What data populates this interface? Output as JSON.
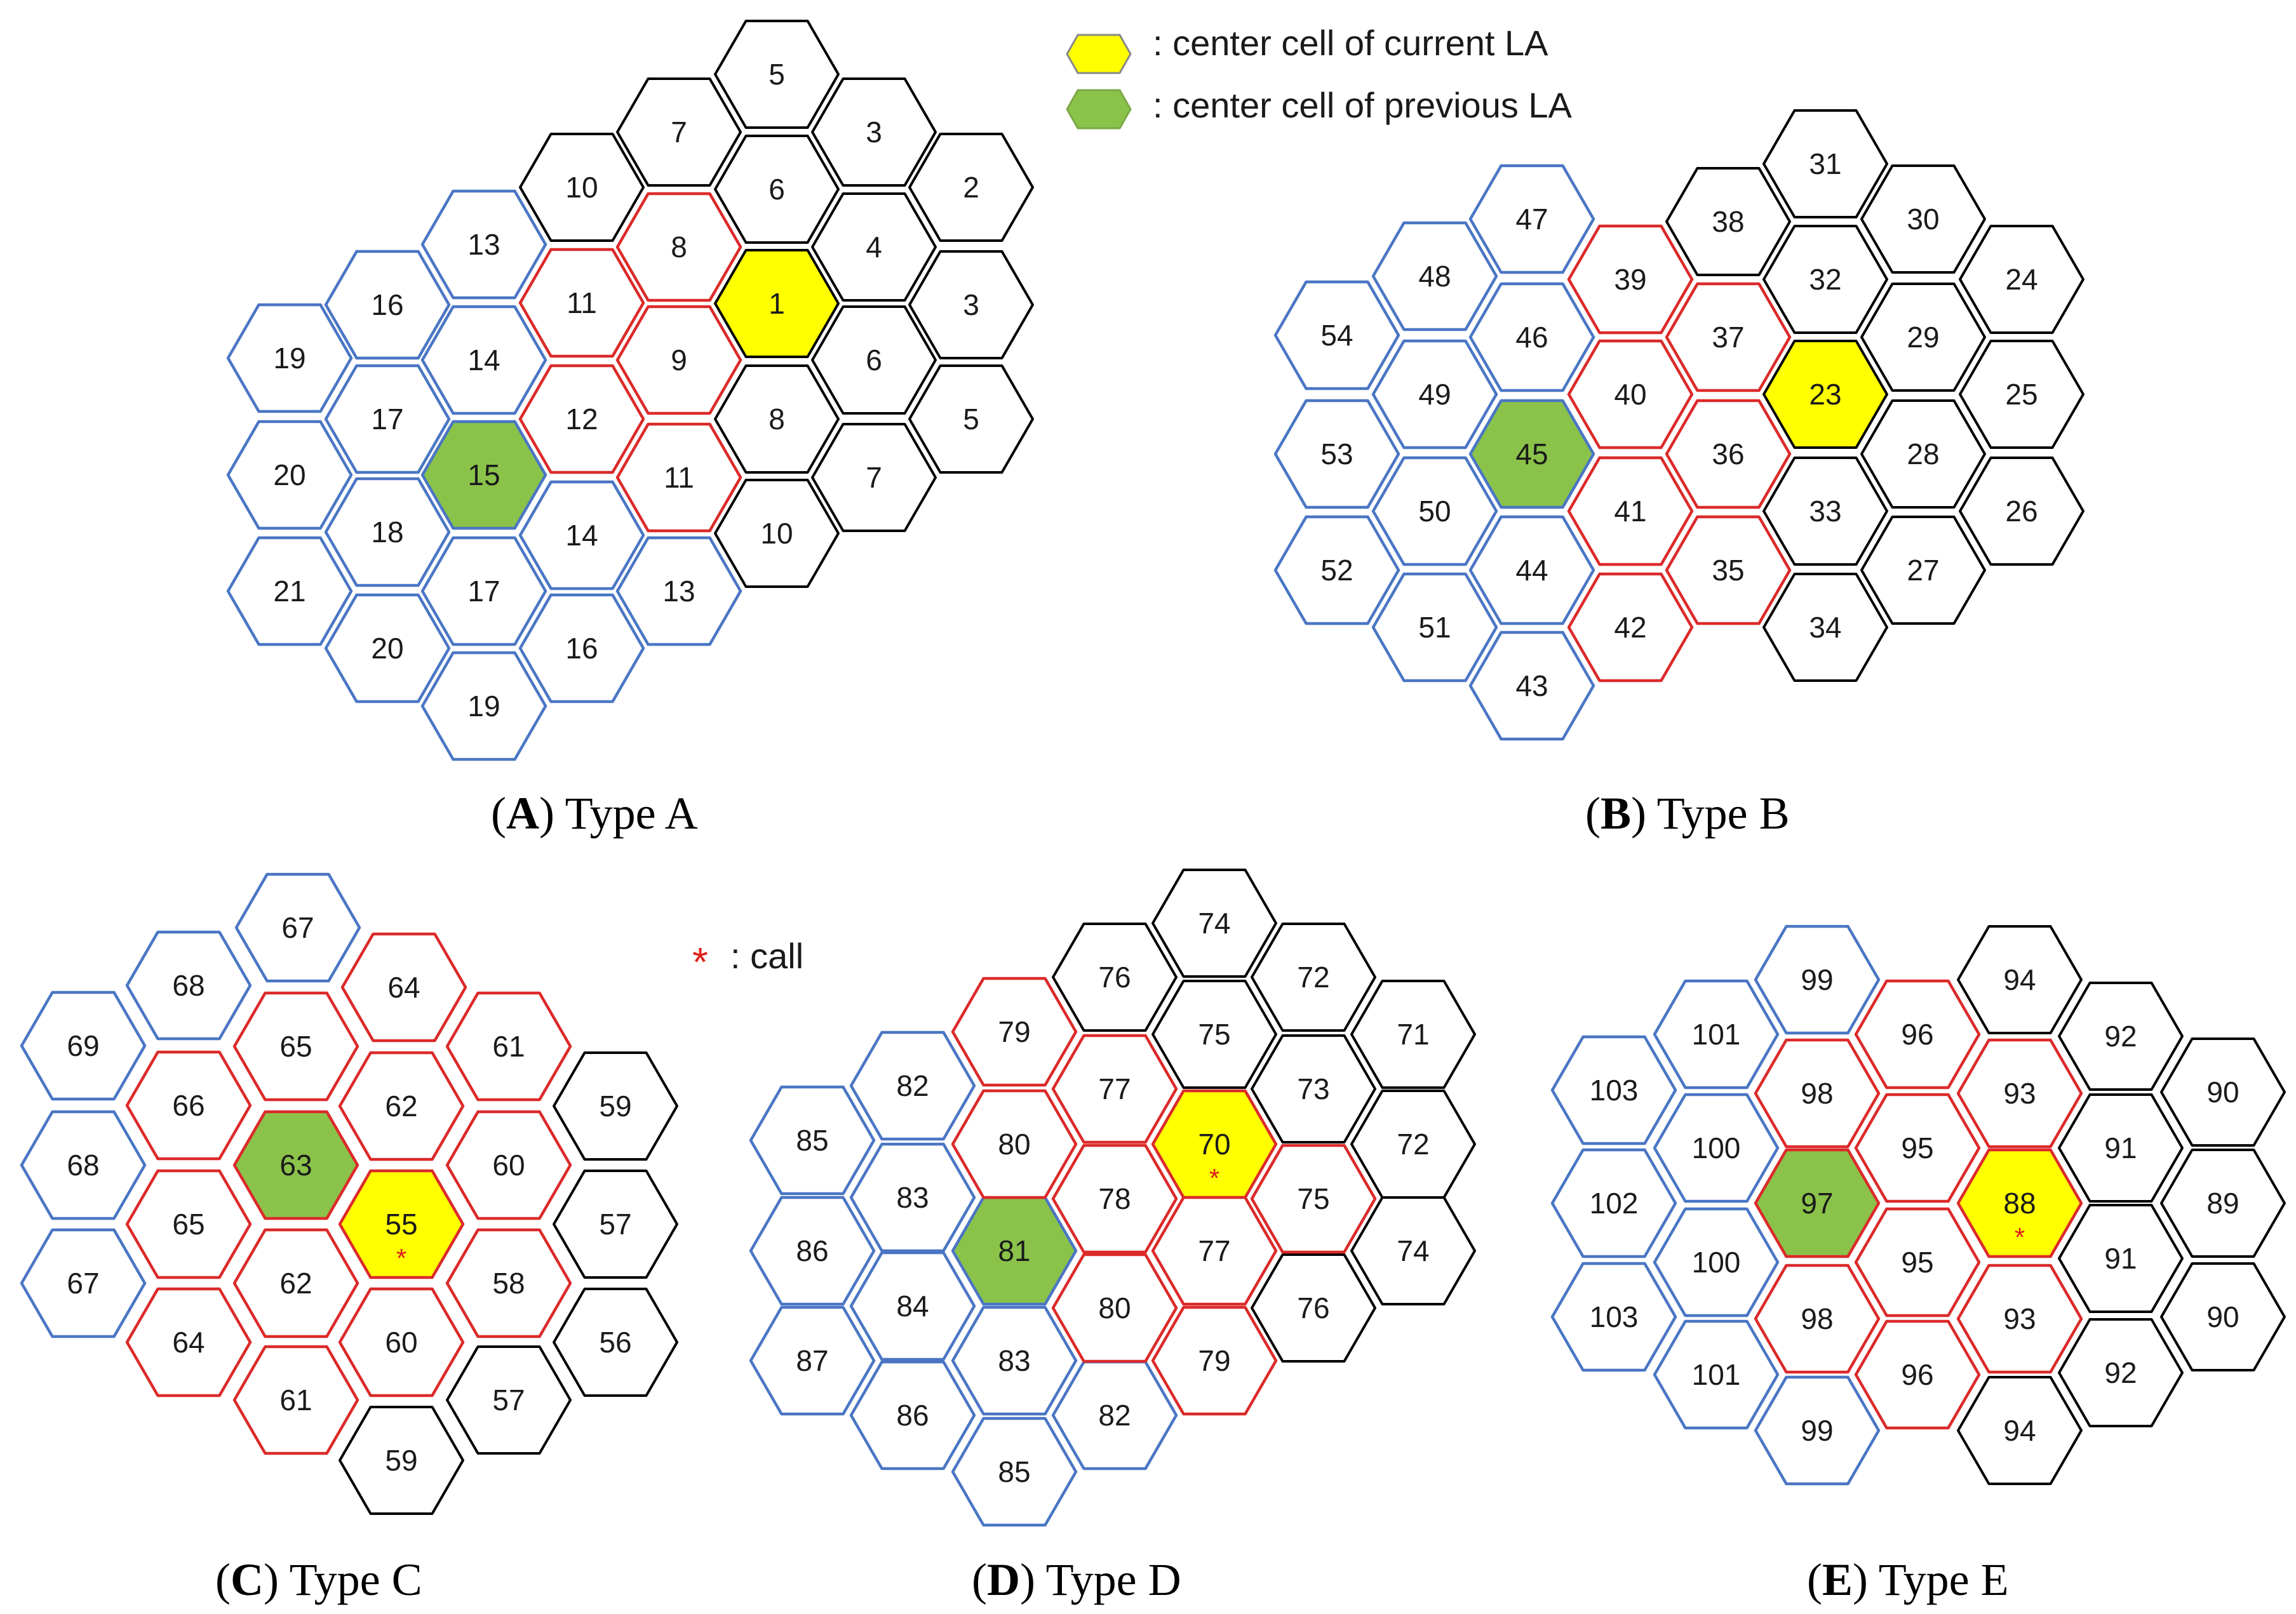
{
  "legend": {
    "current_label": ": center cell of current LA",
    "previous_label": ": center cell of previous LA",
    "call_symbol": "*",
    "call_label": ": call"
  },
  "colors": {
    "outer": "#4a76c4",
    "inner": "#dc2a2a",
    "other": "#000000",
    "current": "#ffff00",
    "previous": "#8bc34a"
  },
  "diagrams": [
    {
      "type_letter": "A",
      "type_rest": ") Type A",
      "cells": [
        {
          "l": "5",
          "c": "other"
        },
        {
          "l": "7",
          "c": "other"
        },
        {
          "l": "3",
          "c": "other"
        },
        {
          "l": "10",
          "c": "other"
        },
        {
          "l": "6",
          "c": "other"
        },
        {
          "l": "2",
          "c": "other"
        },
        {
          "l": "13",
          "c": "outer"
        },
        {
          "l": "8",
          "c": "inner"
        },
        {
          "l": "4",
          "c": "other"
        },
        {
          "l": "16",
          "c": "outer"
        },
        {
          "l": "11",
          "c": "inner"
        },
        {
          "l": "1",
          "c": "other",
          "f": "current"
        },
        {
          "l": "3",
          "c": "other"
        },
        {
          "l": "19",
          "c": "outer"
        },
        {
          "l": "14",
          "c": "outer"
        },
        {
          "l": "9",
          "c": "inner"
        },
        {
          "l": "6",
          "c": "other"
        },
        {
          "l": "17",
          "c": "outer"
        },
        {
          "l": "12",
          "c": "inner"
        },
        {
          "l": "8",
          "c": "other"
        },
        {
          "l": "5",
          "c": "other"
        },
        {
          "l": "20",
          "c": "outer"
        },
        {
          "l": "15",
          "c": "outer",
          "f": "previous"
        },
        {
          "l": "11",
          "c": "inner"
        },
        {
          "l": "7",
          "c": "other"
        },
        {
          "l": "18",
          "c": "outer"
        },
        {
          "l": "14",
          "c": "outer"
        },
        {
          "l": "10",
          "c": "other"
        },
        {
          "l": "21",
          "c": "outer"
        },
        {
          "l": "17",
          "c": "outer"
        },
        {
          "l": "13",
          "c": "outer"
        },
        {
          "l": "20",
          "c": "outer"
        },
        {
          "l": "16",
          "c": "outer"
        },
        {
          "l": "19",
          "c": "outer"
        }
      ]
    },
    {
      "type_letter": "B",
      "type_rest": ") Type B",
      "cells": [
        {
          "l": "31",
          "c": "other"
        },
        {
          "l": "47",
          "c": "outer"
        },
        {
          "l": "38",
          "c": "other"
        },
        {
          "l": "30",
          "c": "other"
        },
        {
          "l": "48",
          "c": "outer"
        },
        {
          "l": "39",
          "c": "inner"
        },
        {
          "l": "32",
          "c": "other"
        },
        {
          "l": "24",
          "c": "other"
        },
        {
          "l": "54",
          "c": "outer"
        },
        {
          "l": "46",
          "c": "outer"
        },
        {
          "l": "37",
          "c": "inner"
        },
        {
          "l": "29",
          "c": "other"
        },
        {
          "l": "49",
          "c": "outer"
        },
        {
          "l": "40",
          "c": "inner"
        },
        {
          "l": "23",
          "c": "other",
          "f": "current"
        },
        {
          "l": "25",
          "c": "other"
        },
        {
          "l": "53",
          "c": "outer"
        },
        {
          "l": "45",
          "c": "outer",
          "f": "previous"
        },
        {
          "l": "36",
          "c": "inner"
        },
        {
          "l": "28",
          "c": "other"
        },
        {
          "l": "50",
          "c": "outer"
        },
        {
          "l": "41",
          "c": "inner"
        },
        {
          "l": "33",
          "c": "other"
        },
        {
          "l": "26",
          "c": "other"
        },
        {
          "l": "52",
          "c": "outer"
        },
        {
          "l": "44",
          "c": "outer"
        },
        {
          "l": "35",
          "c": "inner"
        },
        {
          "l": "27",
          "c": "other"
        },
        {
          "l": "51",
          "c": "outer"
        },
        {
          "l": "42",
          "c": "inner"
        },
        {
          "l": "34",
          "c": "other"
        },
        {
          "l": "43",
          "c": "outer"
        }
      ]
    },
    {
      "type_letter": "C",
      "type_rest": ") Type C",
      "cells": [
        {
          "l": "67",
          "c": "outer"
        },
        {
          "l": "68",
          "c": "outer"
        },
        {
          "l": "64",
          "c": "inner"
        },
        {
          "l": "69",
          "c": "outer"
        },
        {
          "l": "65",
          "c": "inner"
        },
        {
          "l": "61",
          "c": "inner"
        },
        {
          "l": "66",
          "c": "inner"
        },
        {
          "l": "62",
          "c": "inner"
        },
        {
          "l": "59",
          "c": "other"
        },
        {
          "l": "68",
          "c": "outer"
        },
        {
          "l": "63",
          "c": "inner",
          "f": "previous"
        },
        {
          "l": "60",
          "c": "inner"
        },
        {
          "l": "65",
          "c": "inner"
        },
        {
          "l": "55",
          "c": "inner",
          "f": "current",
          "call": true
        },
        {
          "l": "57",
          "c": "other"
        },
        {
          "l": "67",
          "c": "outer"
        },
        {
          "l": "62",
          "c": "inner"
        },
        {
          "l": "58",
          "c": "inner"
        },
        {
          "l": "64",
          "c": "inner"
        },
        {
          "l": "60",
          "c": "inner"
        },
        {
          "l": "56",
          "c": "other"
        },
        {
          "l": "61",
          "c": "inner"
        },
        {
          "l": "57",
          "c": "other"
        },
        {
          "l": "59",
          "c": "other"
        }
      ]
    },
    {
      "type_letter": "D",
      "type_rest": ") Type D",
      "cells": [
        {
          "l": "74",
          "c": "other"
        },
        {
          "l": "76",
          "c": "other"
        },
        {
          "l": "72",
          "c": "other"
        },
        {
          "l": "79",
          "c": "inner"
        },
        {
          "l": "75",
          "c": "other"
        },
        {
          "l": "71",
          "c": "other"
        },
        {
          "l": "82",
          "c": "outer"
        },
        {
          "l": "77",
          "c": "inner"
        },
        {
          "l": "73",
          "c": "other"
        },
        {
          "l": "85",
          "c": "outer"
        },
        {
          "l": "80",
          "c": "inner"
        },
        {
          "l": "70",
          "c": "inner",
          "f": "current",
          "call": true
        },
        {
          "l": "72",
          "c": "other"
        },
        {
          "l": "83",
          "c": "outer"
        },
        {
          "l": "78",
          "c": "inner"
        },
        {
          "l": "75",
          "c": "inner"
        },
        {
          "l": "86",
          "c": "outer"
        },
        {
          "l": "81",
          "c": "outer",
          "f": "previous"
        },
        {
          "l": "77",
          "c": "inner"
        },
        {
          "l": "74",
          "c": "other"
        },
        {
          "l": "84",
          "c": "outer"
        },
        {
          "l": "80",
          "c": "inner"
        },
        {
          "l": "76",
          "c": "other"
        },
        {
          "l": "87",
          "c": "outer"
        },
        {
          "l": "83",
          "c": "outer"
        },
        {
          "l": "79",
          "c": "inner"
        },
        {
          "l": "86",
          "c": "outer"
        },
        {
          "l": "82",
          "c": "outer"
        },
        {
          "l": "85",
          "c": "outer"
        }
      ]
    },
    {
      "type_letter": "E",
      "type_rest": ") Type E",
      "cells": [
        {
          "l": "99",
          "c": "outer"
        },
        {
          "l": "94",
          "c": "other"
        },
        {
          "l": "101",
          "c": "outer"
        },
        {
          "l": "96",
          "c": "inner"
        },
        {
          "l": "92",
          "c": "other"
        },
        {
          "l": "103",
          "c": "outer"
        },
        {
          "l": "98",
          "c": "inner"
        },
        {
          "l": "93",
          "c": "inner"
        },
        {
          "l": "90",
          "c": "other"
        },
        {
          "l": "100",
          "c": "outer"
        },
        {
          "l": "95",
          "c": "inner"
        },
        {
          "l": "91",
          "c": "other"
        },
        {
          "l": "102",
          "c": "outer"
        },
        {
          "l": "97",
          "c": "inner",
          "f": "previous"
        },
        {
          "l": "88",
          "c": "inner",
          "f": "current",
          "call": true
        },
        {
          "l": "89",
          "c": "other"
        },
        {
          "l": "100",
          "c": "outer"
        },
        {
          "l": "95",
          "c": "inner"
        },
        {
          "l": "91",
          "c": "other"
        },
        {
          "l": "103",
          "c": "outer"
        },
        {
          "l": "98",
          "c": "inner"
        },
        {
          "l": "93",
          "c": "inner"
        },
        {
          "l": "90",
          "c": "other"
        },
        {
          "l": "101",
          "c": "outer"
        },
        {
          "l": "96",
          "c": "inner"
        },
        {
          "l": "92",
          "c": "other"
        },
        {
          "l": "99",
          "c": "outer"
        },
        {
          "l": "94",
          "c": "other"
        }
      ]
    }
  ]
}
